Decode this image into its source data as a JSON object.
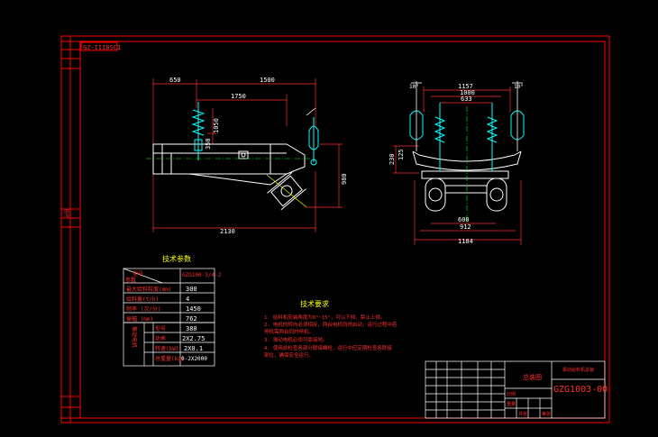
{
  "header_tag": "GZ-IIIBSC1",
  "dims": {
    "side_650": "650",
    "side_1500": "1500",
    "side_1750": "1750",
    "side_2130": "2130",
    "side_980": "980",
    "side_h1": "1050",
    "side_h2": "350",
    "front_1157": "1157",
    "front_1000": "1000",
    "front_633": "633",
    "front_600": "600",
    "front_912": "912",
    "front_1184": "1184",
    "front_v1": "230",
    "front_v2": "125",
    "angle_left": "10°",
    "angle_right": "10°"
  },
  "spec": {
    "title": "技术参数",
    "model_label": "型号",
    "param_label": "参数",
    "model_value": "GZG100-3/4-2",
    "rows": [
      {
        "label": "最大给料粒度(mm)",
        "value": "300"
      },
      {
        "label": "给料量(t/h)",
        "value": "4"
      },
      {
        "label": "频率 (次/分)",
        "value": "1450"
      },
      {
        "label": "振幅 (mm)",
        "value": "762"
      }
    ],
    "motor_group": "振动电机",
    "motor_rows": [
      {
        "label": "型号",
        "value": "380"
      },
      {
        "label": "功率",
        "value": "2X2.75"
      },
      {
        "label": "转速(kW)",
        "value": "2X0.1"
      },
      {
        "label": "总重量(kg)",
        "value": "0-2X2000"
      }
    ]
  },
  "notes": {
    "title": "技术要求",
    "lines": [
      "1. 给料机安装角度为0°~15°，可以下倾，禁止上倾。",
      "2. 电机的转向必须相反，两台电机同时启动，运行过程中若",
      "   停机需两台同时停机。",
      "3. 振动电机必须可靠接地。",
      "4. 使用前检查各部分联接螺栓，运行中应定期检查各联接",
      "   部位，确保安全运行。"
    ]
  },
  "title_block": {
    "name": "总装图",
    "company": "振动给料机总装",
    "drawing_no": "GZG1003-00",
    "lower_labels": [
      "比例",
      "重量",
      "共张",
      "第张"
    ]
  },
  "side_margin_mark": "图号"
}
